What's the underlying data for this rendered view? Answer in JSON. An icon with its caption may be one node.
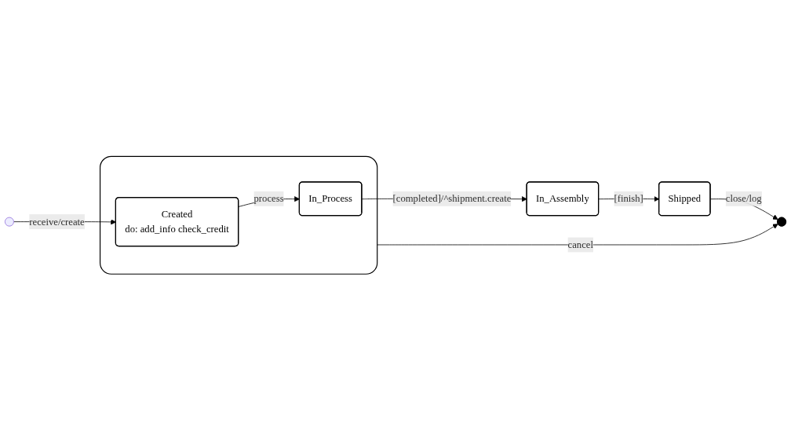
{
  "diagram": {
    "nodes": [
      {
        "text": [],
        "shape": "circle"
      },
      {
        "text": [],
        "shape": "box"
      },
      {
        "text": [
          "Created",
          "do: add_info check_credit"
        ],
        "in": 1
      },
      {
        "text": [
          "In_Process"
        ],
        "in": 1
      },
      {
        "text": [
          "In_Assembly"
        ]
      },
      {
        "text": [
          "Shipped"
        ]
      },
      {
        "text": [],
        "shape": "circle"
      }
    ],
    "edges": [
      {
        "from": 0,
        "to": 2,
        "arrow": "to",
        "label": "receive/create"
      },
      {
        "from": 2,
        "to": 3,
        "arrow": "to",
        "label": "process"
      },
      {
        "from": 3,
        "to": 4,
        "arrow": "to",
        "label": "[completed]/^shipment.create"
      },
      {
        "from": 1,
        "to": 6,
        "arrow": "to",
        "label": "cancel"
      },
      {
        "from": 4,
        "to": 5,
        "arrow": "to",
        "label": "[finish]"
      },
      {
        "from": 5,
        "to": 6,
        "arrow": "to",
        "label": "close/log"
      }
    ]
  }
}
